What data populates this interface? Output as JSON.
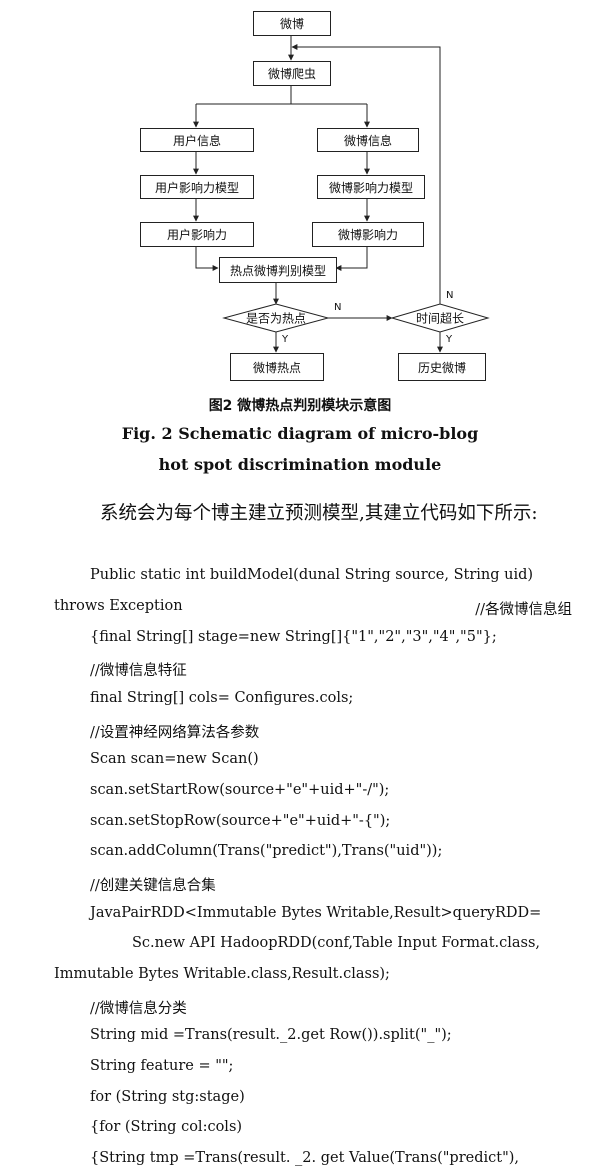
{
  "flowchart": {
    "nodes": {
      "weibo": "微博",
      "crawler": "微博爬虫",
      "user_info": "用户信息",
      "weibo_info": "微博信息",
      "user_model": "用户影响力模型",
      "weibo_model": "微博影响力模型",
      "user_influence": "用户影响力",
      "weibo_influence": "微博影响力",
      "hot_model": "热点微博判别模型",
      "is_hot": "是否为热点",
      "time_long": "时间超长",
      "hot_result": "微博热点",
      "history": "历史微博"
    },
    "edge_labels": {
      "n1": "N",
      "n2": "N",
      "y1": "Y",
      "y2": "Y"
    }
  },
  "caption": {
    "cn": "图2  微博热点判别模块示意图",
    "en_line1": "Fig. 2  Schematic diagram of micro-blog",
    "en_line2": "hot spot discrimination module"
  },
  "paragraph": "系统会为每个博主建立预测模型,其建立代码如下所示:",
  "code": {
    "l1": "Public static int buildModel(dunal String source, String uid)",
    "l2": "throws Exception",
    "l2_comment": "//各微博信息组",
    "l3": "{final String[] stage=new String[]{\"1\",\"2\",\"3\",\"4\",\"5\"};",
    "l4": "//微博信息特征",
    "l5": "final String[] cols= Configures.cols;",
    "l6": "//设置神经网络算法各参数",
    "l7": "Scan scan=new Scan()",
    "l8": "scan.setStartRow(source+\"e\"+uid+\"-/\");",
    "l9": "scan.setStopRow(source+\"e\"+uid+\"-{\");",
    "l10": "scan.addColumn(Trans(\"predict\"),Trans(\"uid\"));",
    "l11": "//创建关键信息合集",
    "l12": "JavaPairRDD<Immutable Bytes Writable,Result>queryRDD=",
    "l13": "Sc.new API HadoopRDD(conf,Table Input Format.class,",
    "l14": "Immutable Bytes Writable.class,Result.class);",
    "l15": "//微博信息分类",
    "l16": "String mid =Trans(result._2.get Row()).split(\"_\");",
    "l17": "String feature = \"\";",
    "l18": "for (String stg:stage)",
    "l19": "{for (String col:cols)",
    "l20": "{String tmp =Trans(result. _2. get Value(Trans(\"predict\"),"
  }
}
